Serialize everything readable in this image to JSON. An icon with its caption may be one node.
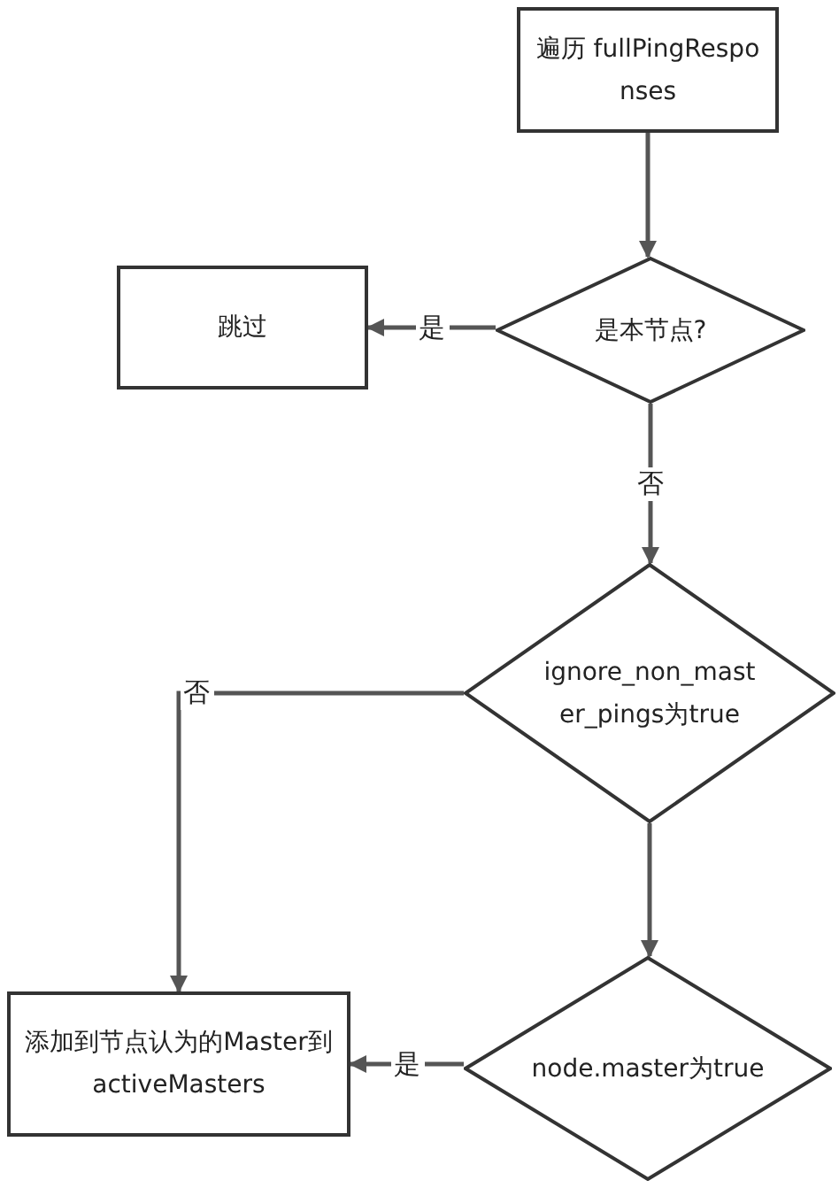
{
  "diagram": {
    "nodes": [
      {
        "text": [
          "遍历 fullPingResponses"
        ]
      },
      {
        "text": [
          "是本节点?"
        ]
      },
      {
        "text": [
          "跳过"
        ]
      },
      {
        "text": [
          "ignore_non_master_pings为true"
        ]
      },
      {
        "text": [
          "添加到节点认为的Master到activeMasters"
        ]
      },
      {
        "text": [
          "node.master为true"
        ]
      }
    ],
    "edges": [
      {
        "from": 0,
        "to": 1,
        "arrow": "to"
      },
      {
        "from": 1,
        "to": 2,
        "arrow": "to",
        "label": "是"
      },
      {
        "from": 1,
        "to": 3,
        "arrow": "to",
        "label": "否"
      },
      {
        "from": 3,
        "to": 4,
        "arrow": "to",
        "label": "否"
      },
      {
        "from": 3,
        "to": 5,
        "arrow": "to"
      },
      {
        "from": 5,
        "to": 4,
        "arrow": "to",
        "label": "是"
      }
    ]
  }
}
